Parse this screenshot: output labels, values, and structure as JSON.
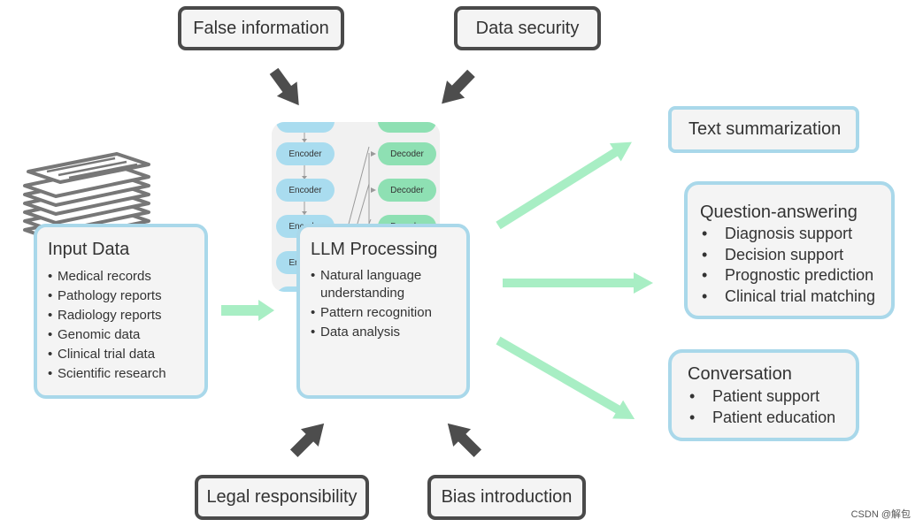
{
  "risks": {
    "false_information": "False information",
    "data_security": "Data security",
    "legal_responsibility": "Legal responsibility",
    "bias_introduction": "Bias introduction"
  },
  "input": {
    "title": "Input Data",
    "items": [
      "Medical records",
      "Pathology reports",
      "Radiology reports",
      "Genomic data",
      "Clinical trial data",
      "Scientific research"
    ]
  },
  "llm": {
    "title": "LLM Processing",
    "items": [
      "Natural language understanding",
      "Pattern recognition",
      "Data analysis"
    ],
    "encoder_label": "Encoder",
    "decoder_label": "Decoder"
  },
  "outputs": {
    "text_summarization": "Text summarization",
    "qa": {
      "title": "Question-answering",
      "items": [
        "Diagnosis support",
        "Decision support",
        "Prognostic prediction",
        "Clinical trial matching"
      ]
    },
    "conversation": {
      "title": "Conversation",
      "items": [
        "Patient support",
        "Patient education"
      ]
    }
  },
  "watermark": "CSDN @解包",
  "colors": {
    "card_border": "#a9d8ea",
    "risk_border": "#4a4a4a",
    "flow_arrow": "#a8eec4",
    "encoder": "#a9dcef",
    "decoder": "#8ee0b3"
  }
}
